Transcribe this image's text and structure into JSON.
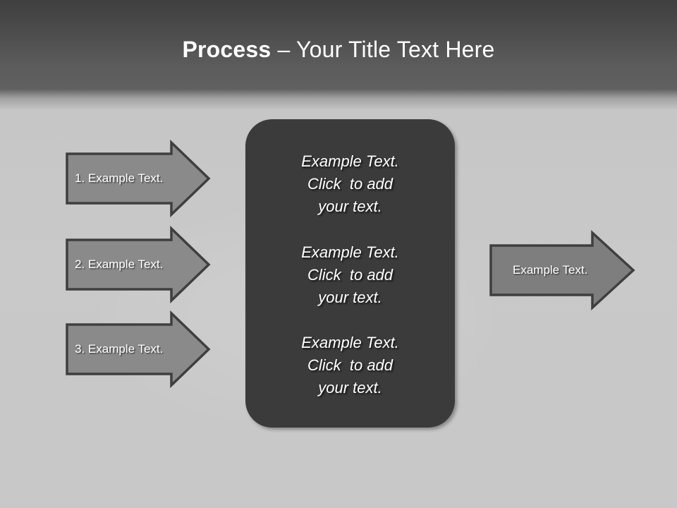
{
  "slide": {
    "title": {
      "bold_part": "Process",
      "rest": " – Your Title Text Here"
    },
    "background_image": "grayscale-eye-photo",
    "colors": {
      "header_dark": "#454545",
      "header_light": "#606060",
      "canvas": "#c8c8c8",
      "arrow_fill": "#8a8a8a",
      "arrow_border": "#3f3f3f",
      "panel_fill": "#3b3b3b",
      "text": "#ffffff"
    }
  },
  "left_arrows": [
    {
      "label": "1. Example Text."
    },
    {
      "label": "2. Example Text."
    },
    {
      "label": "3. Example Text."
    }
  ],
  "center_panel": {
    "blocks": [
      {
        "line1": "Example Text.",
        "line2": "Click  to add",
        "line3": "your text."
      },
      {
        "line1": "Example Text.",
        "line2": "Click  to add",
        "line3": "your text."
      },
      {
        "line1": "Example Text.",
        "line2": "Click  to add",
        "line3": "your text."
      }
    ]
  },
  "right_arrow": {
    "label": "Example Text."
  }
}
